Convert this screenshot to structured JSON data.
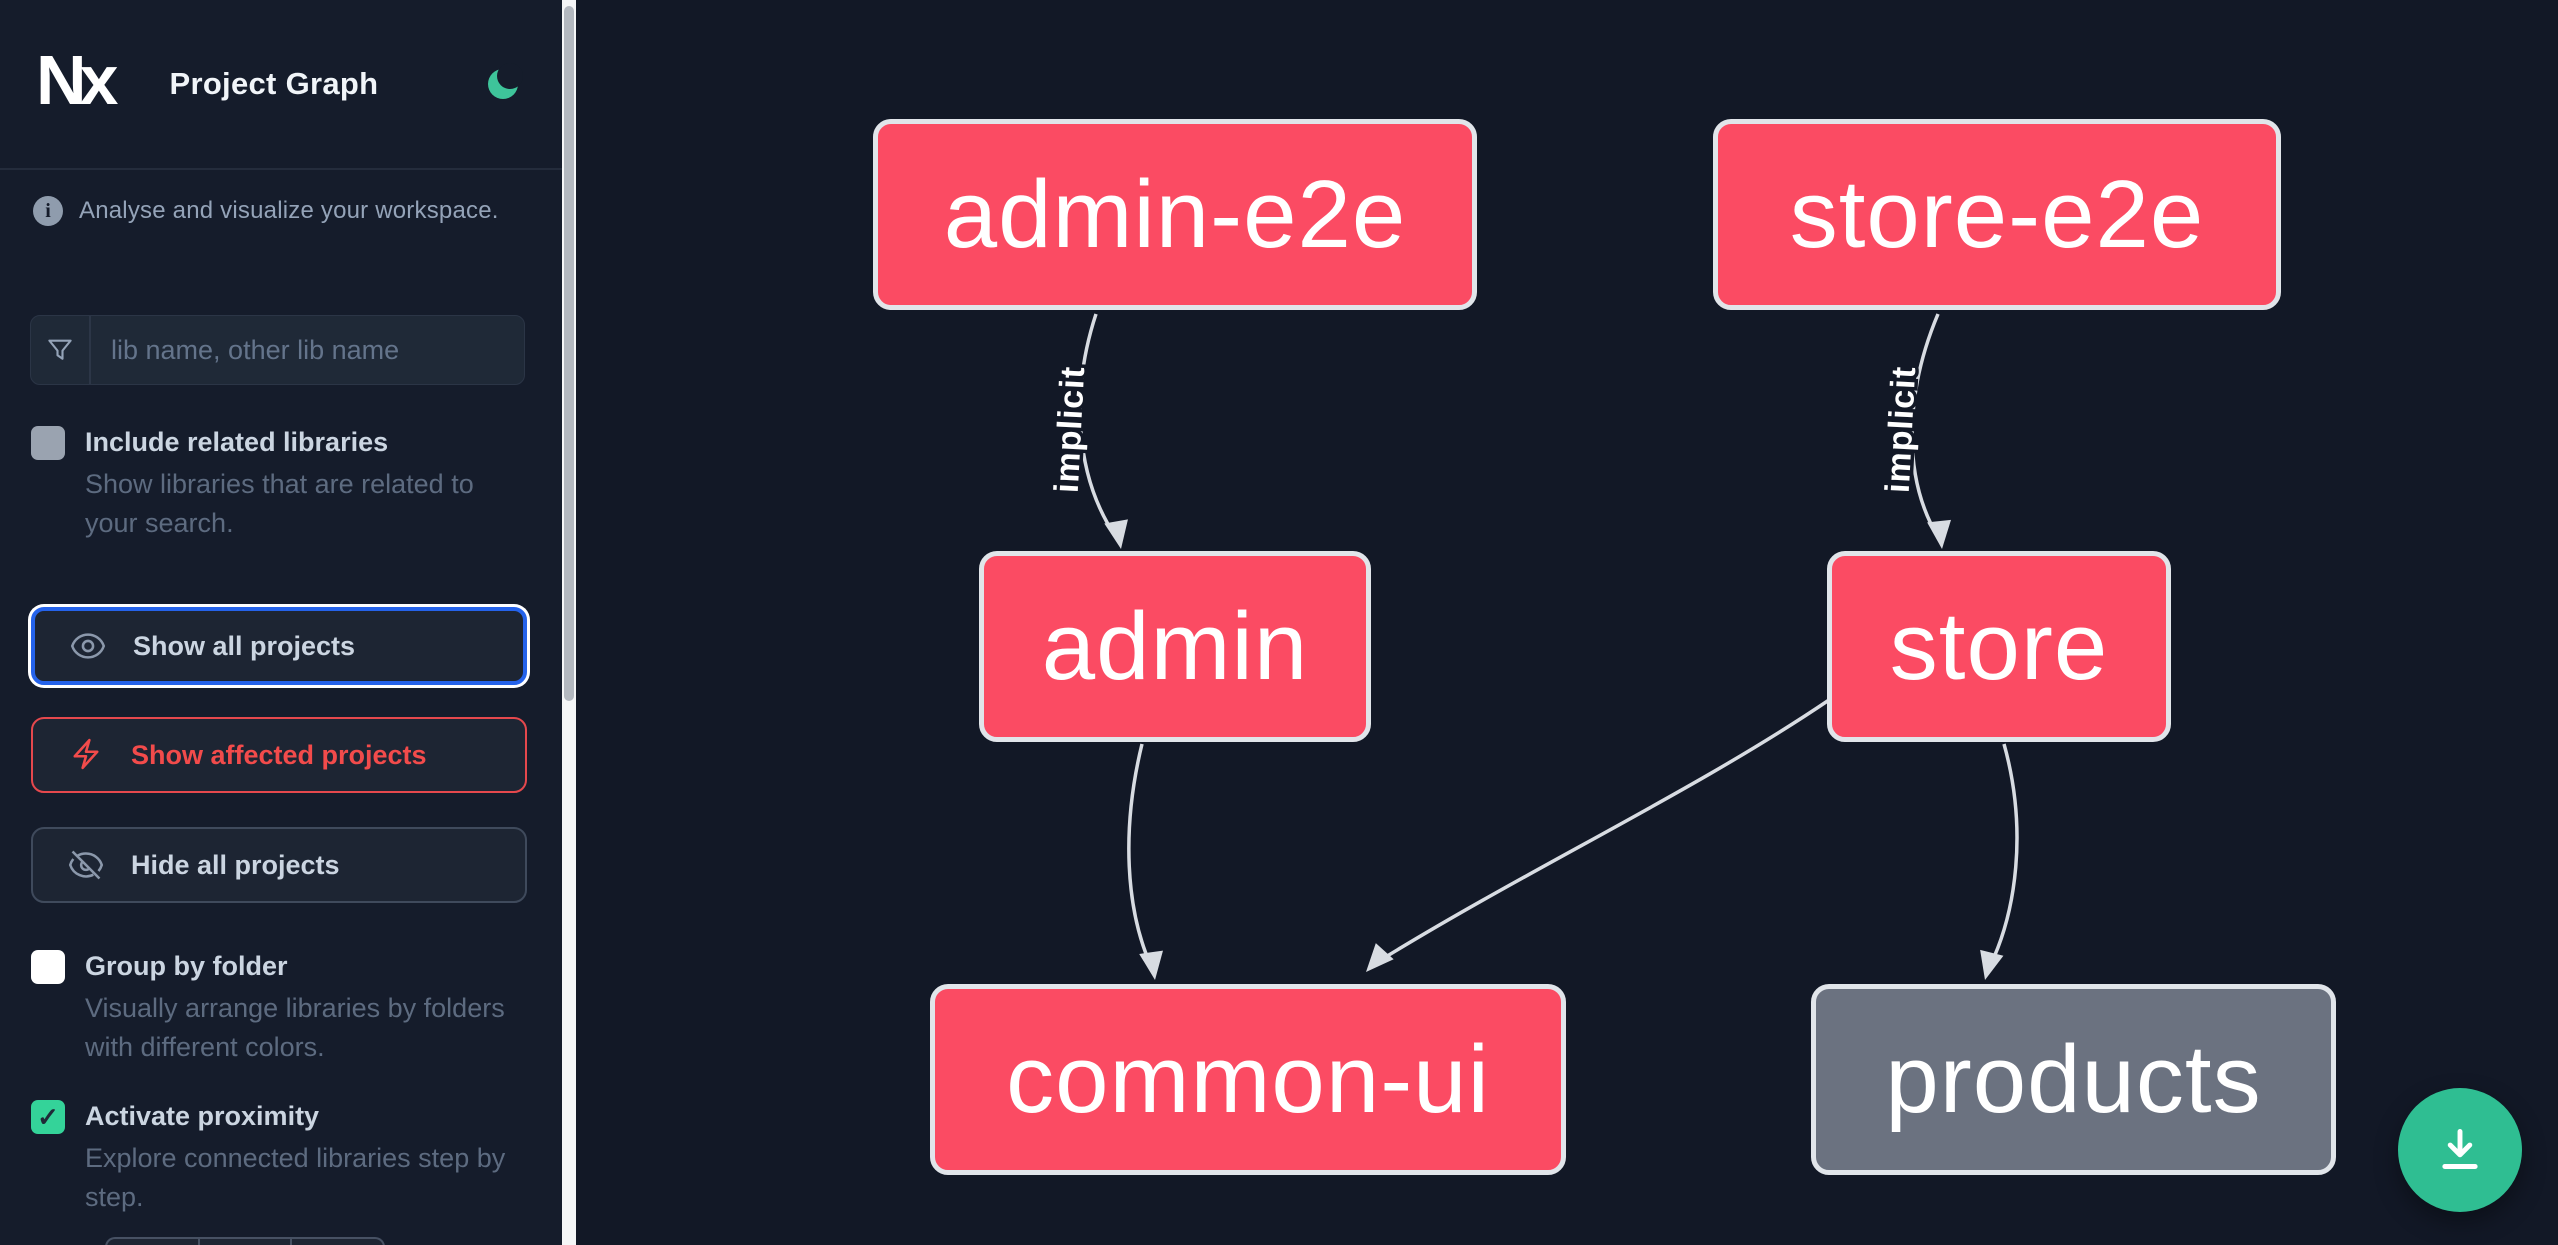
{
  "app": {
    "logo_text": "Nx",
    "title": "Project Graph"
  },
  "sidebar": {
    "tagline": "Analyse and visualize your workspace.",
    "search": {
      "placeholder": "lib name, other lib name",
      "value": ""
    },
    "include_related": {
      "label": "Include related libraries",
      "description": "Show libraries that are related to your search.",
      "checked": false
    },
    "actions": [
      {
        "label": "Show all projects",
        "icon": "eye-icon",
        "state": "focused"
      },
      {
        "label": "Show affected projects",
        "icon": "bolt-icon",
        "state": "affected"
      },
      {
        "label": "Hide all projects",
        "icon": "eye-off-icon",
        "state": "default"
      }
    ],
    "group_by_folder": {
      "label": "Group by folder",
      "description": "Visually arrange libraries by folders with different colors.",
      "checked": false
    },
    "activate_proximity": {
      "label": "Activate proximity",
      "description": "Explore connected libraries step by step.",
      "checked": true
    }
  },
  "graph": {
    "nodes": [
      {
        "id": "admin-e2e",
        "status": "affected"
      },
      {
        "id": "store-e2e",
        "status": "affected"
      },
      {
        "id": "admin",
        "status": "affected"
      },
      {
        "id": "store",
        "status": "affected"
      },
      {
        "id": "common-ui",
        "status": "affected"
      },
      {
        "id": "products",
        "status": "normal"
      }
    ],
    "edges": [
      {
        "from": "admin-e2e",
        "to": "admin",
        "label": "implicit",
        "type": "implicit"
      },
      {
        "from": "store-e2e",
        "to": "store",
        "label": "implicit",
        "type": "implicit"
      },
      {
        "from": "admin",
        "to": "common-ui",
        "label": "",
        "type": "static"
      },
      {
        "from": "store",
        "to": "common-ui",
        "label": "",
        "type": "static"
      },
      {
        "from": "store",
        "to": "products",
        "label": "",
        "type": "static"
      }
    ]
  },
  "fab": {
    "action": "download-graph-image"
  },
  "icons": {
    "check": "✓",
    "info": "i"
  },
  "colors": {
    "affected_node": "#fb4b63",
    "normal_node": "#6b7280",
    "node_border": "#e1e5ea",
    "edge": "#d8dce2",
    "focus_ring": "#2563eb",
    "affected_accent": "#ee4b4b",
    "checkbox_checked": "#34d399",
    "fab_green": "#2fbe92",
    "moon_green": "#3ec49a"
  }
}
